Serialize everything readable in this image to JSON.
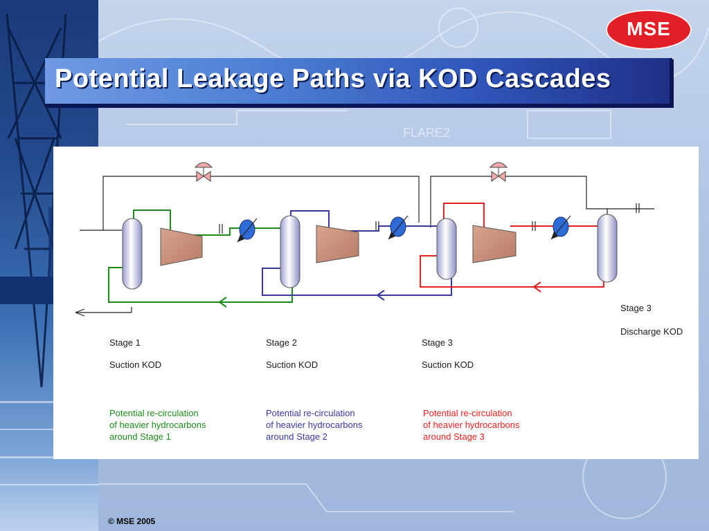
{
  "slide": {
    "title": "Potential Leakage Paths via KOD Cascades",
    "logo_text": "MSE",
    "footer": "© MSE 2005",
    "background_watermark": "FLARE2"
  },
  "stages": [
    {
      "name": "Stage 1",
      "kod": "Suction KOD",
      "color": "#1b8a1b",
      "note": [
        "Potential re-circulation",
        "of  heavier hydrocarbons",
        "around Stage 1"
      ]
    },
    {
      "name": "Stage 2",
      "kod": "Suction KOD",
      "color": "#38389a",
      "note": [
        "Potential re-circulation",
        "of  heavier hydrocarbons",
        "around Stage 2"
      ]
    },
    {
      "name": "Stage 3",
      "kod": "Suction KOD",
      "color": "#e02020",
      "note": [
        "Potential re-circulation",
        "of  heavier hydrocarbons",
        "around Stage 3"
      ]
    }
  ],
  "discharge": {
    "name": "Stage 3",
    "kod": "Discharge KOD"
  },
  "colors": {
    "stage1": "#1b8a1b",
    "stage2": "#38389a",
    "stage3": "#e02020",
    "title_bg": "#3e68c6",
    "logo": "#e21f26"
  }
}
